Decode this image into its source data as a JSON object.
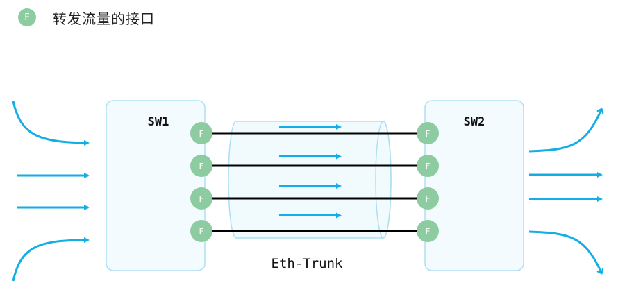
{
  "legend": {
    "icon": "F",
    "label": "转发流量的接口"
  },
  "switches": [
    {
      "name": "SW1"
    },
    {
      "name": "SW2"
    }
  ],
  "port_label": "F",
  "trunk": {
    "label": "Eth-Trunk",
    "link_count": 4
  },
  "colors": {
    "port": "#8dcba0",
    "arrow": "#13aee6",
    "switch_fill": "#f3fbff",
    "switch_border": "#aee0f2",
    "link": "#000000"
  },
  "flows": {
    "incoming": [
      "curve-down",
      "straight",
      "straight",
      "curve-up"
    ],
    "outgoing": [
      "curve-up",
      "straight",
      "straight",
      "curve-down"
    ],
    "trunk_arrows": 4
  }
}
